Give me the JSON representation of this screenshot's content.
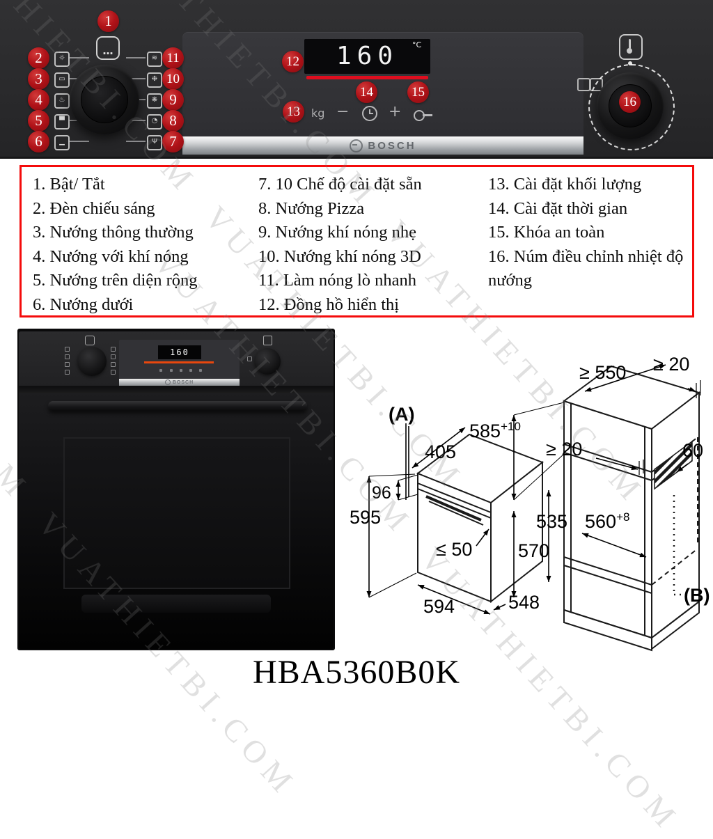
{
  "watermark": {
    "text": "VUATHIETBI.COM"
  },
  "panel": {
    "callouts": {
      "c1": "1",
      "c2": "2",
      "c3": "3",
      "c4": "4",
      "c5": "5",
      "c6": "6",
      "c7": "7",
      "c8": "8",
      "c9": "9",
      "c10": "10",
      "c11": "11",
      "c12": "12",
      "c13": "13",
      "c14": "14",
      "c15": "15",
      "c16": "16"
    },
    "power_dots": "…",
    "display": {
      "value": "160",
      "unit": "°C"
    },
    "weight_unit": "kg",
    "minus": "−",
    "plus": "+",
    "brand": "BOSCH",
    "icons": {
      "light": "☼",
      "conventional": "▭",
      "hot_air_grill": "♨",
      "large_grill": "▀",
      "bottom_heat": "▁",
      "presets": "Ψ",
      "pizza": "◔",
      "gentle_hot_air": "❋",
      "hot_air_3d": "❉",
      "fast_preheat": "≋"
    }
  },
  "legend": {
    "col1": [
      "1. Bật/ Tắt",
      "2. Đèn chiếu sáng",
      "3. Nướng thông thường",
      "4. Nướng với khí nóng",
      "5. Nướng trên diện rộng",
      "6. Nướng dưới"
    ],
    "col2": [
      "7. 10 Chế độ cài đặt sẵn",
      "8. Nướng Pizza",
      "9. Nướng khí nóng nhẹ",
      "10. Nướng khí nóng 3D",
      "11. Làm nóng lò nhanh",
      "12. Đồng hồ hiển thị"
    ],
    "col3": [
      "13. Cài đặt khối lượng",
      "14. Cài đặt thời gian",
      "15. Khóa an toàn",
      "16. Núm điều chỉnh nhiệt độ nướng"
    ]
  },
  "oven": {
    "display_value": "160",
    "brand": "BOSCH"
  },
  "diagram": {
    "a": "(A)",
    "b": "(B)",
    "min_width": "≥ 550",
    "min_gap_top": "≥ 20",
    "niche_height": "585",
    "niche_height_sup": "+10",
    "min_gap_mid": "≥ 20",
    "vent": "60",
    "d405": "405",
    "d96": "96",
    "d595": "595",
    "d50": "≤ 50",
    "d570": "570",
    "d594": "594",
    "d548": "548",
    "d535": "535",
    "d560": "560",
    "d560_sup": "+8"
  },
  "model": "HBA5360B0K"
}
